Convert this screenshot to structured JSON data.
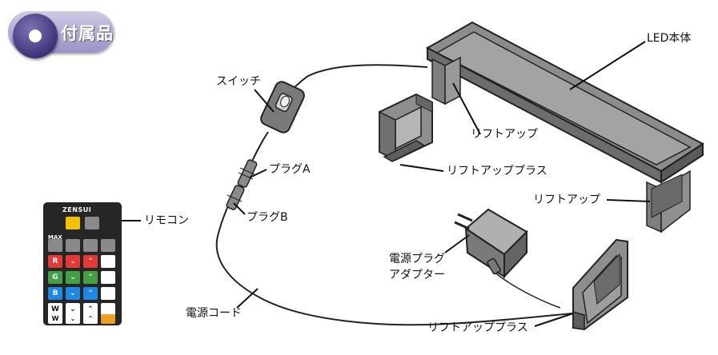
{
  "header": {
    "title": "付属品"
  },
  "labels": {
    "switch": "スイッチ",
    "plug_a": "プラグA",
    "plug_b": "プラグB",
    "remote": "リモコン",
    "power_cord": "電源コード",
    "adapter_line1": "電源プラグ",
    "adapter_line2": "アダプター",
    "led_body": "LED本体",
    "lift_up_1": "リフトアップ",
    "lift_up_plus_1": "リフトアッププラス",
    "lift_up_2": "リフトアップ",
    "lift_up_plus_2": "リフトアッププラス"
  },
  "remote": {
    "brand": "ZENSUI",
    "row_max": "MAX",
    "btn_r": "R",
    "btn_g": "G",
    "btn_b": "B",
    "btn_w1": "W",
    "btn_w2": "W"
  },
  "colors": {
    "badge_light": "#cfcbe4",
    "badge_dark": "#3c3479",
    "remote_body": "#262626",
    "btn_red": "#e53935",
    "btn_green": "#43a047",
    "btn_blue": "#1e88e5",
    "btn_yellow": "#f2c200",
    "btn_orange": "#f0a020",
    "btn_gray": "#8a8a8a",
    "btn_white": "#ffffff",
    "part_gray": "#8c8c8c",
    "part_dark": "#555555"
  }
}
